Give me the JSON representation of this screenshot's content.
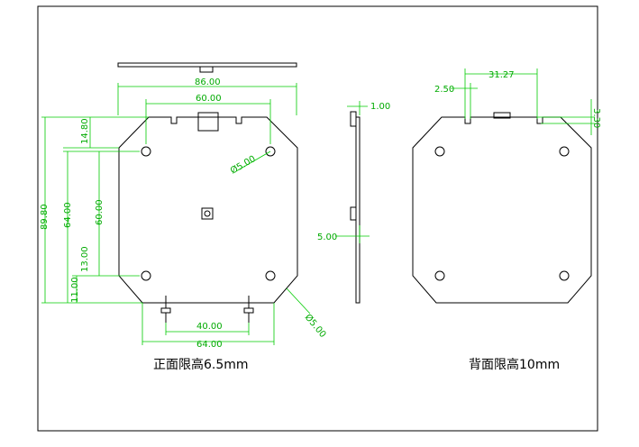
{
  "front_view": {
    "width_dim": "86.00",
    "hole_spacing_top": "60.00",
    "chamfer_dim": "14.80",
    "height_dim": "89.80",
    "hole_spacing_vertical": "64.00",
    "inner_vertical": "60.00",
    "bottom_offset": "13.00",
    "bottom_small": "11.00",
    "hole_diameter": "Ø5.00",
    "chamfer_diameter_label": "Ø5.00",
    "pin_spacing": "40.00",
    "bottom_width": "64.00",
    "caption": "正面限高6.5mm"
  },
  "side_view": {
    "thickness": "1.00",
    "component_offset": "5.00"
  },
  "back_view": {
    "slot_width": "2.50",
    "slot_spacing": "31.27",
    "slot_depth": "3.30",
    "caption": "背面限高10mm"
  },
  "colors": {
    "outline": "#000000",
    "dimension": "#00cc00"
  }
}
